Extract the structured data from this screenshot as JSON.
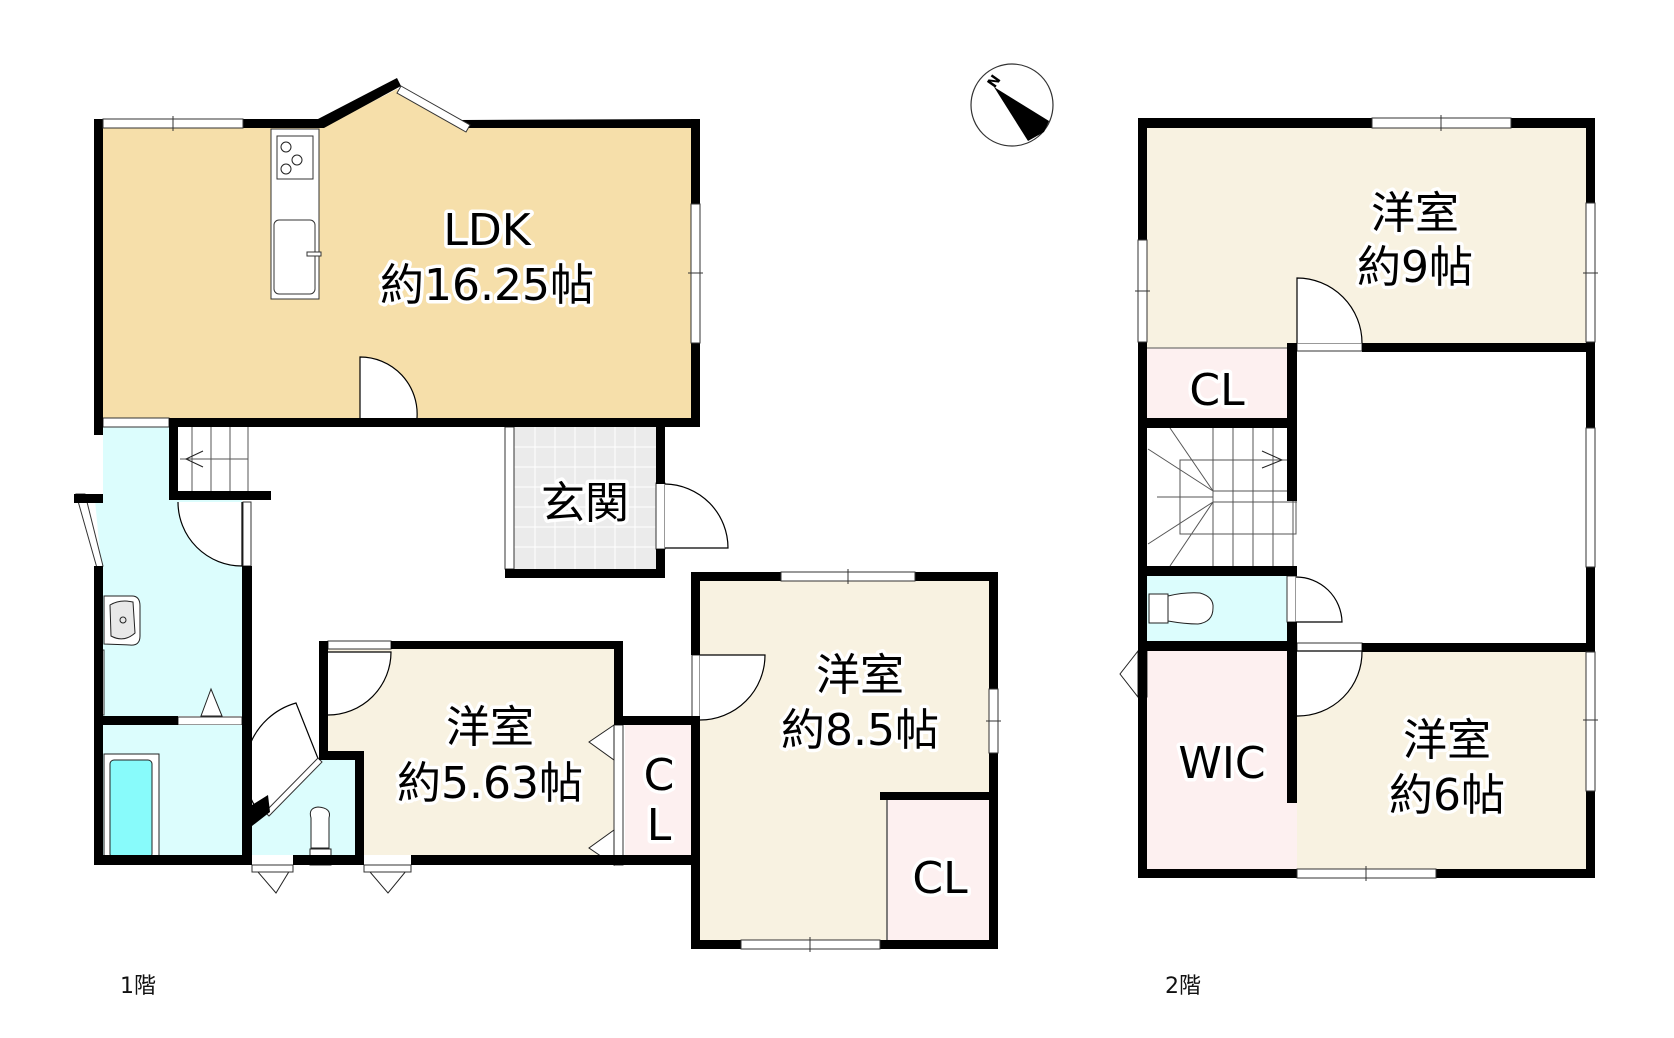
{
  "colors": {
    "ldk": "#F6DFAA",
    "western_room": "#F8F2E1",
    "closet": "#FDF0F0",
    "wet_area": "#DCFDFD",
    "bathtub": "#88FBFB",
    "entrance": "#EBEBEB",
    "wall": "#000000",
    "background": "#FFFFFF"
  },
  "compass": {
    "label": "N",
    "icon": "north-arrow-icon"
  },
  "floor1": {
    "label": "1階",
    "rooms": {
      "ldk": {
        "name": "LDK",
        "area": "約16.25帖"
      },
      "entrance": {
        "name": "玄関"
      },
      "room_563": {
        "name": "洋室",
        "area": "約5.63帖"
      },
      "room_85": {
        "name": "洋室",
        "area": "約8.5帖"
      },
      "cl_vertical": {
        "line1": "C",
        "line2": "L"
      },
      "cl_85": {
        "name": "CL"
      }
    }
  },
  "floor2": {
    "label": "2階",
    "rooms": {
      "room_9": {
        "name": "洋室",
        "area": "約9帖"
      },
      "cl": {
        "name": "CL"
      },
      "wic": {
        "name": "WIC"
      },
      "room_6": {
        "name": "洋室",
        "area": "約6帖"
      }
    }
  }
}
